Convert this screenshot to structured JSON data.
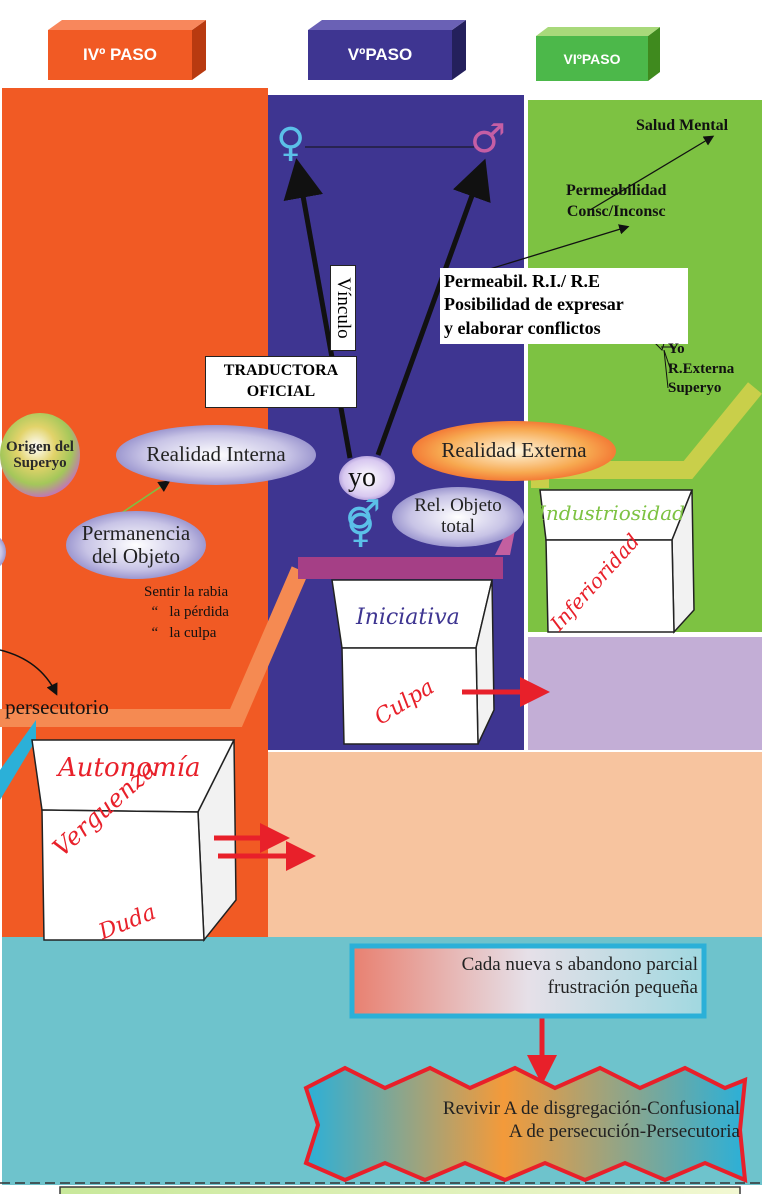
{
  "headers": {
    "step4": "IVº PASO",
    "step5": "VºPASO",
    "step6": "VIºPASO"
  },
  "symbols": {
    "female": "♀",
    "male": "♂",
    "yo": "yo"
  },
  "labels": {
    "vinculo": "Vínculo",
    "traductora": "TRADUCTORA\nOFICIAL",
    "origen_superyo": "Origen del\nSuperyo",
    "realidad_interna": "Realidad Interna",
    "realidad_externa": "Realidad Externa",
    "permanencia": "Permanencia\ndel Objeto",
    "rel_objeto": "Rel. Objeto\ntotal",
    "sentir": "Sentir la rabia\n  “   la pérdida\n  “   la culpa",
    "persecutorio": "l persecutorio",
    "salud_mental": "Salud Mental",
    "permeabilidad_cons": "Permeabilidad\nConsc/Inconsc",
    "permeabil_ri": "Permeabil. R.I./ R.E\nPosibilidad de expresar\ny elaborar conflictos",
    "yo_list": "Yo\nR.Externa\nSuperyo"
  },
  "cubes": {
    "autonomia": "Autonomía",
    "verguenza": "Verguenza",
    "duda": "Duda",
    "iniciativa": "Iniciativa",
    "culpa": "Culpa",
    "industriosidad": "Industriosidad",
    "inferioridad": "Inferioridad"
  },
  "bottom": {
    "cada_nueva": "Cada nueva s abandono parcial\nfrustración pequeña",
    "revivir": "Revivir A de disgregación-Confusional\nA de persecución-Persecutoria"
  },
  "colors": {
    "orange": "#f15a24",
    "purple": "#3e3591",
    "green": "#7dc242",
    "lavender": "#c3aed6",
    "peach": "#f7c49f",
    "teal": "#6ec3cc",
    "red": "#e8202a"
  }
}
